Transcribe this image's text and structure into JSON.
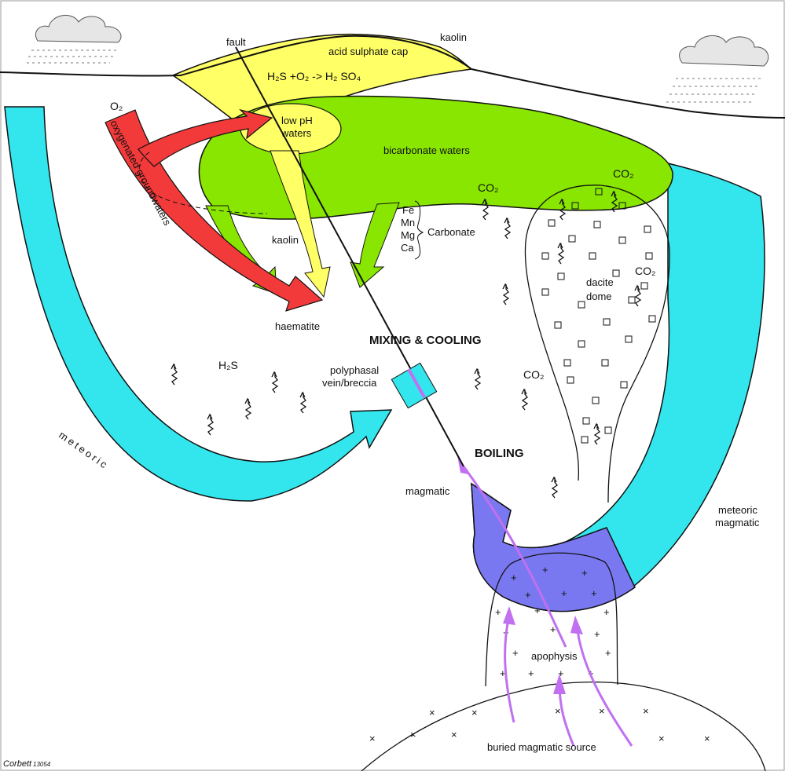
{
  "labels": {
    "fault": "fault",
    "kaolin_top": "kaolin",
    "acid_cap": "acid sulphate cap",
    "reaction": "H₂S +O₂ -> H₂ SO₄",
    "low_ph_1": "low pH",
    "low_ph_2": "waters",
    "bicarbonate": "bicarbonate waters",
    "o2": "O₂",
    "oxygenated": "oxygenated groundwaters",
    "kaolin_mid": "kaolin",
    "haematite": "haematite",
    "fe": "Fe",
    "mn": "Mn",
    "mg": "Mg",
    "ca": "Ca",
    "carbonate": "Carbonate",
    "co2_a": "CO₂",
    "co2_b": "CO₂",
    "co2_c": "CO₂",
    "co2_d": "CO₂",
    "dacite_1": "dacite",
    "dacite_2": "dome",
    "mixing": "MIXING & COOLING",
    "h2s": "H₂S",
    "polyphasal_1": "polyphasal",
    "polyphasal_2": "vein/breccia",
    "boiling": "BOILING",
    "meteoric": "meteoric",
    "magmatic": "magmatic",
    "meteoric_magmatic_1": "meteoric",
    "meteoric_magmatic_2": "magmatic",
    "apophysis": "apophysis",
    "buried": "buried magmatic source",
    "credit": "Corbett",
    "credit_num": "13054"
  },
  "colors": {
    "acid_cap": "#ffff66",
    "bicarbonate": "#88e600",
    "oxygenated": "#f23a3a",
    "meteoric": "#33e6ee",
    "magmatic_mix": "#7a78f0",
    "magmatic_arrow": "#c070f0",
    "outline": "#111111"
  }
}
